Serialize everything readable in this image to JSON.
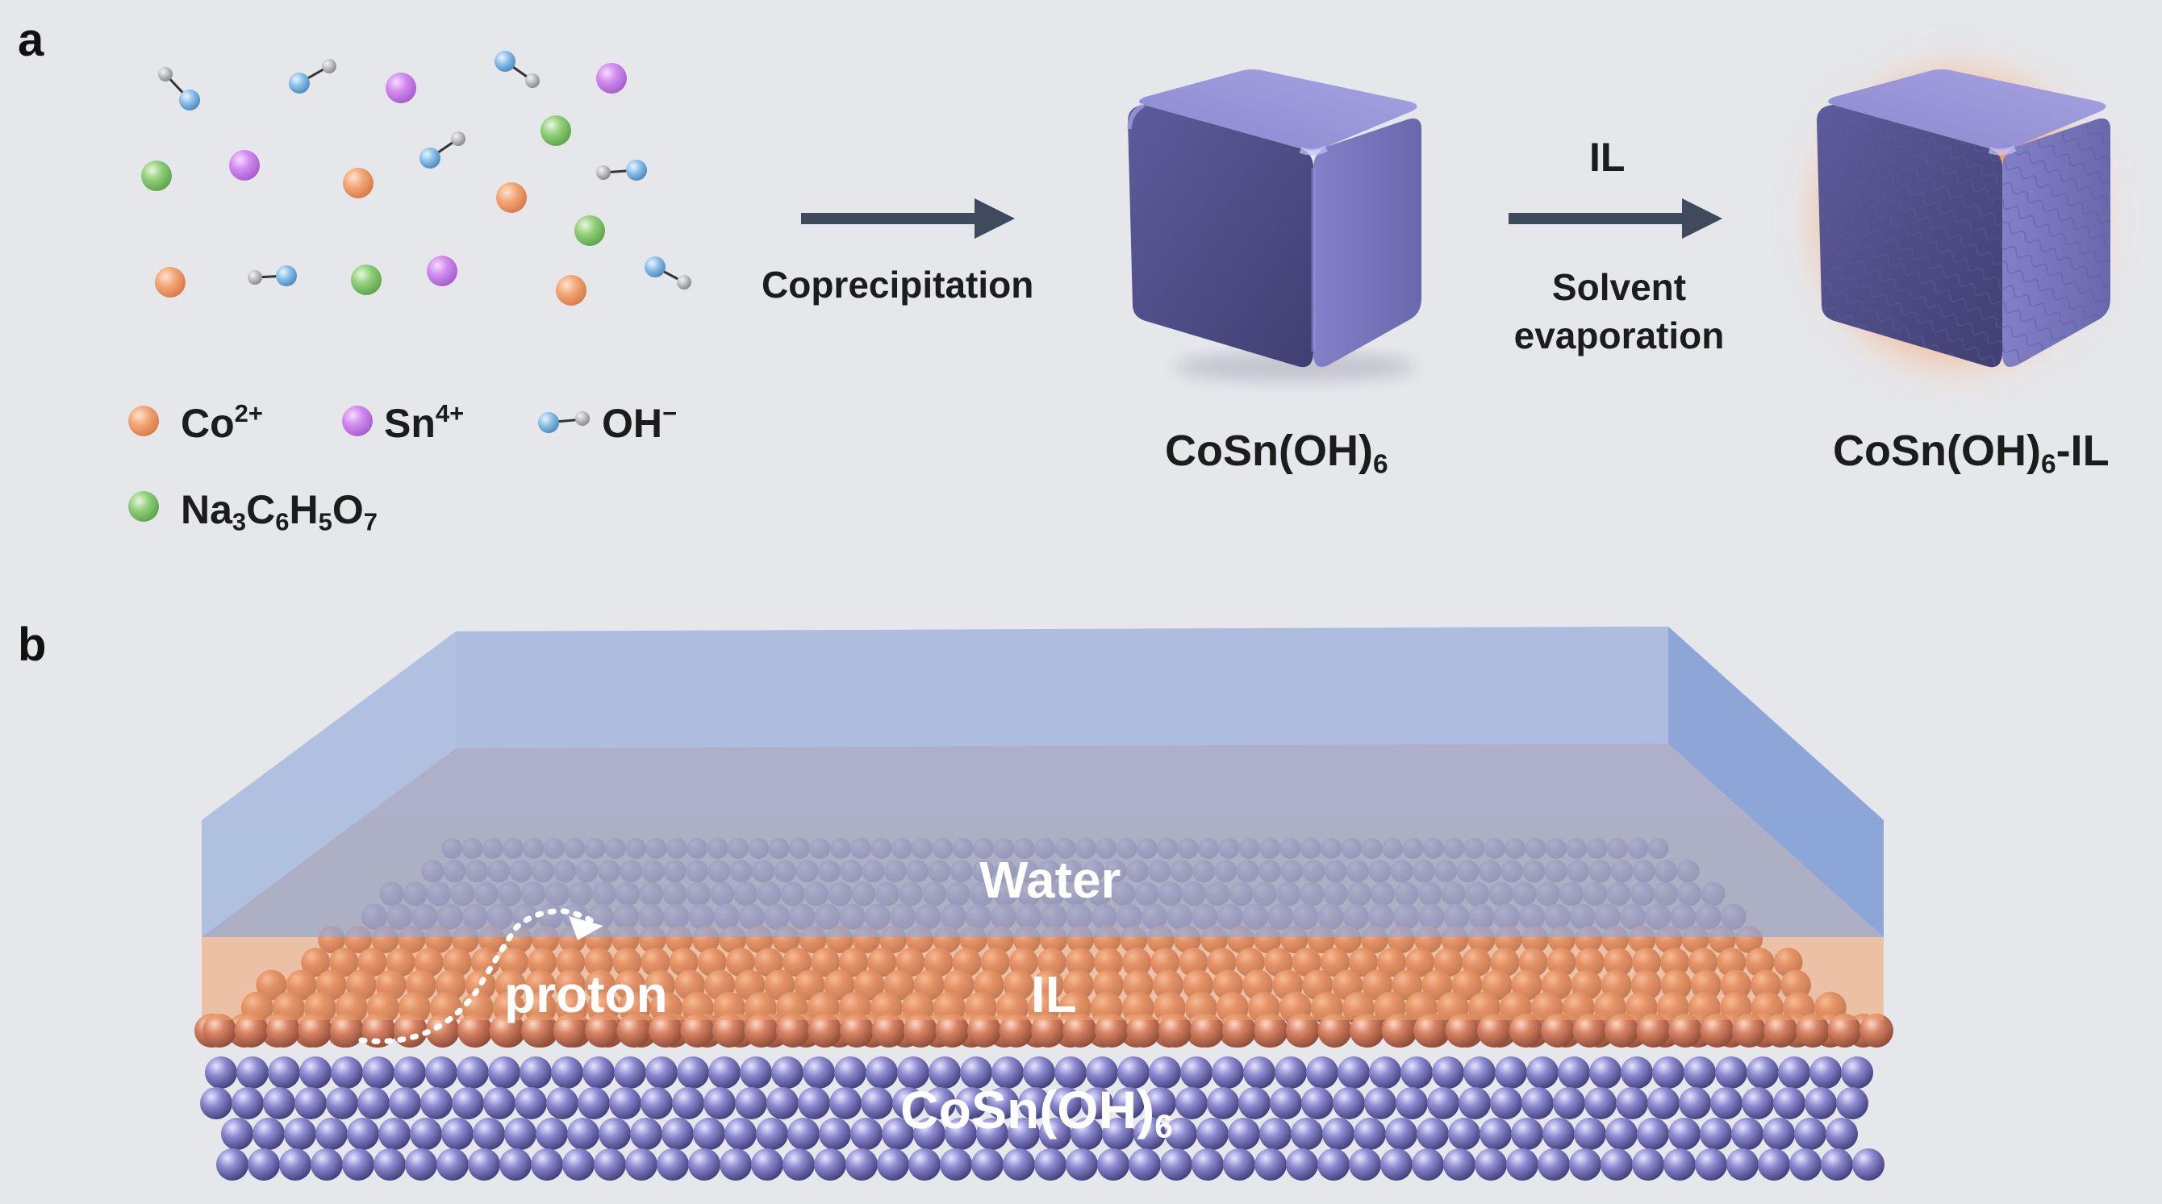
{
  "panels": {
    "a": "a",
    "b": "b"
  },
  "legend": {
    "co": {
      "base": "Co",
      "sup": "2+"
    },
    "sn": {
      "base": "Sn",
      "sup": "4+"
    },
    "oh": {
      "base": "OH",
      "sup": "−"
    },
    "citrate": {
      "p1": "Na",
      "s1": "3",
      "p2": "C",
      "s2": "6",
      "p3": "H",
      "s3": "5",
      "p4": "O",
      "s4": "7"
    }
  },
  "steps": {
    "coprecipitation": "Coprecipitation",
    "il": "IL",
    "solvent_line1": "Solvent",
    "solvent_line2": "evaporation"
  },
  "products": {
    "cosn": {
      "base": "CoSn(OH)",
      "sub": "6"
    },
    "cosn_il": {
      "base": "CoSn(OH)",
      "sub": "6",
      "suffix": "-IL"
    }
  },
  "layers": {
    "water": "Water",
    "il": "IL",
    "proton": "proton",
    "cosn": {
      "base": "CoSn(OH)",
      "sub": "6"
    }
  },
  "colors": {
    "co": "#f0a070",
    "sn": "#cf86ec",
    "oh": "#7fb7e2",
    "citrate": "#8ccc76",
    "cube": "#7f7ec4",
    "water": "#8fa8d8",
    "il": "#e9a06b",
    "spheres_purple": "#6a68a8",
    "spheres_orange": "#c97658",
    "arrow": "#3f4a5c"
  }
}
